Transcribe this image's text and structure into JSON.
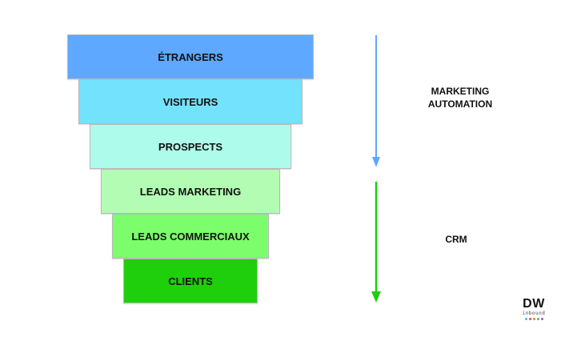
{
  "funnel": {
    "stages": [
      {
        "label": "ÉTRANGERS",
        "color": "#5ea8ff"
      },
      {
        "label": "VISITEURS",
        "color": "#73e2fd"
      },
      {
        "label": "PROSPECTS",
        "color": "#adfceb"
      },
      {
        "label": "LEADS MARKETING",
        "color": "#b3fcb3"
      },
      {
        "label": "LEADS COMMERCIAUX",
        "color": "#7bfd6c"
      },
      {
        "label": "CLIENTS",
        "color": "#1fcf0c"
      }
    ]
  },
  "phases": [
    {
      "label_line1": "MARKETING",
      "label_line2": "AUTOMATION",
      "arrow_color": "#5ea8ff"
    },
    {
      "label_line1": "CRM",
      "label_line2": "",
      "arrow_color": "#1fcf0c"
    }
  ],
  "logo": {
    "title": "DW",
    "subtitle": "inbound",
    "dot_colors": [
      "#4fb0f0",
      "#f04848",
      "#f08030",
      "#50c050",
      "#a050d0"
    ]
  }
}
